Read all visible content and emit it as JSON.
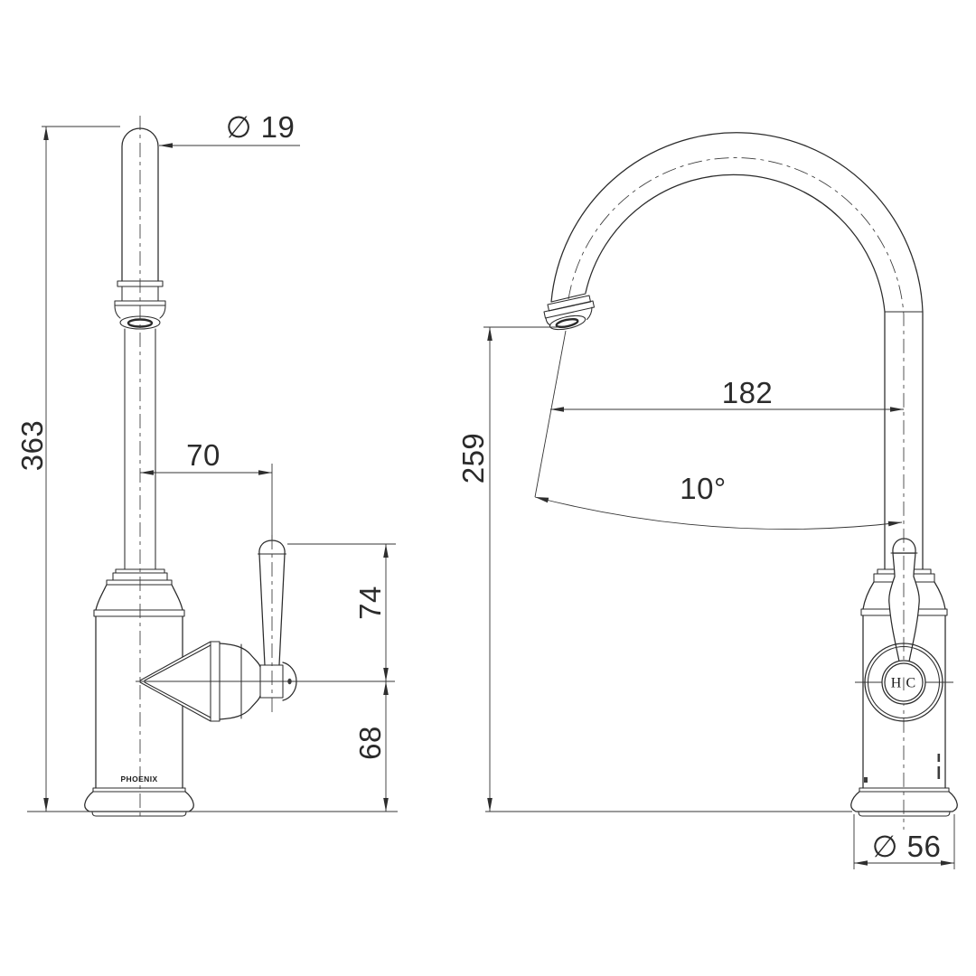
{
  "drawing": {
    "type": "tapware-dimension-drawing",
    "colors": {
      "line": "#2b2b2b",
      "background": "#ffffff"
    },
    "side_view": {
      "brand": "PHOENIX",
      "dims": {
        "overall_height": "363",
        "spout_diameter": "∅ 19",
        "handle_offset": "70",
        "handle_rise": "74",
        "outlet_height": "68"
      }
    },
    "front_view": {
      "indicator": "H|C",
      "dims": {
        "spout_reach": "182",
        "outlet_clearance": "259",
        "spout_angle": "10°",
        "base_diameter": "∅ 56"
      }
    }
  }
}
